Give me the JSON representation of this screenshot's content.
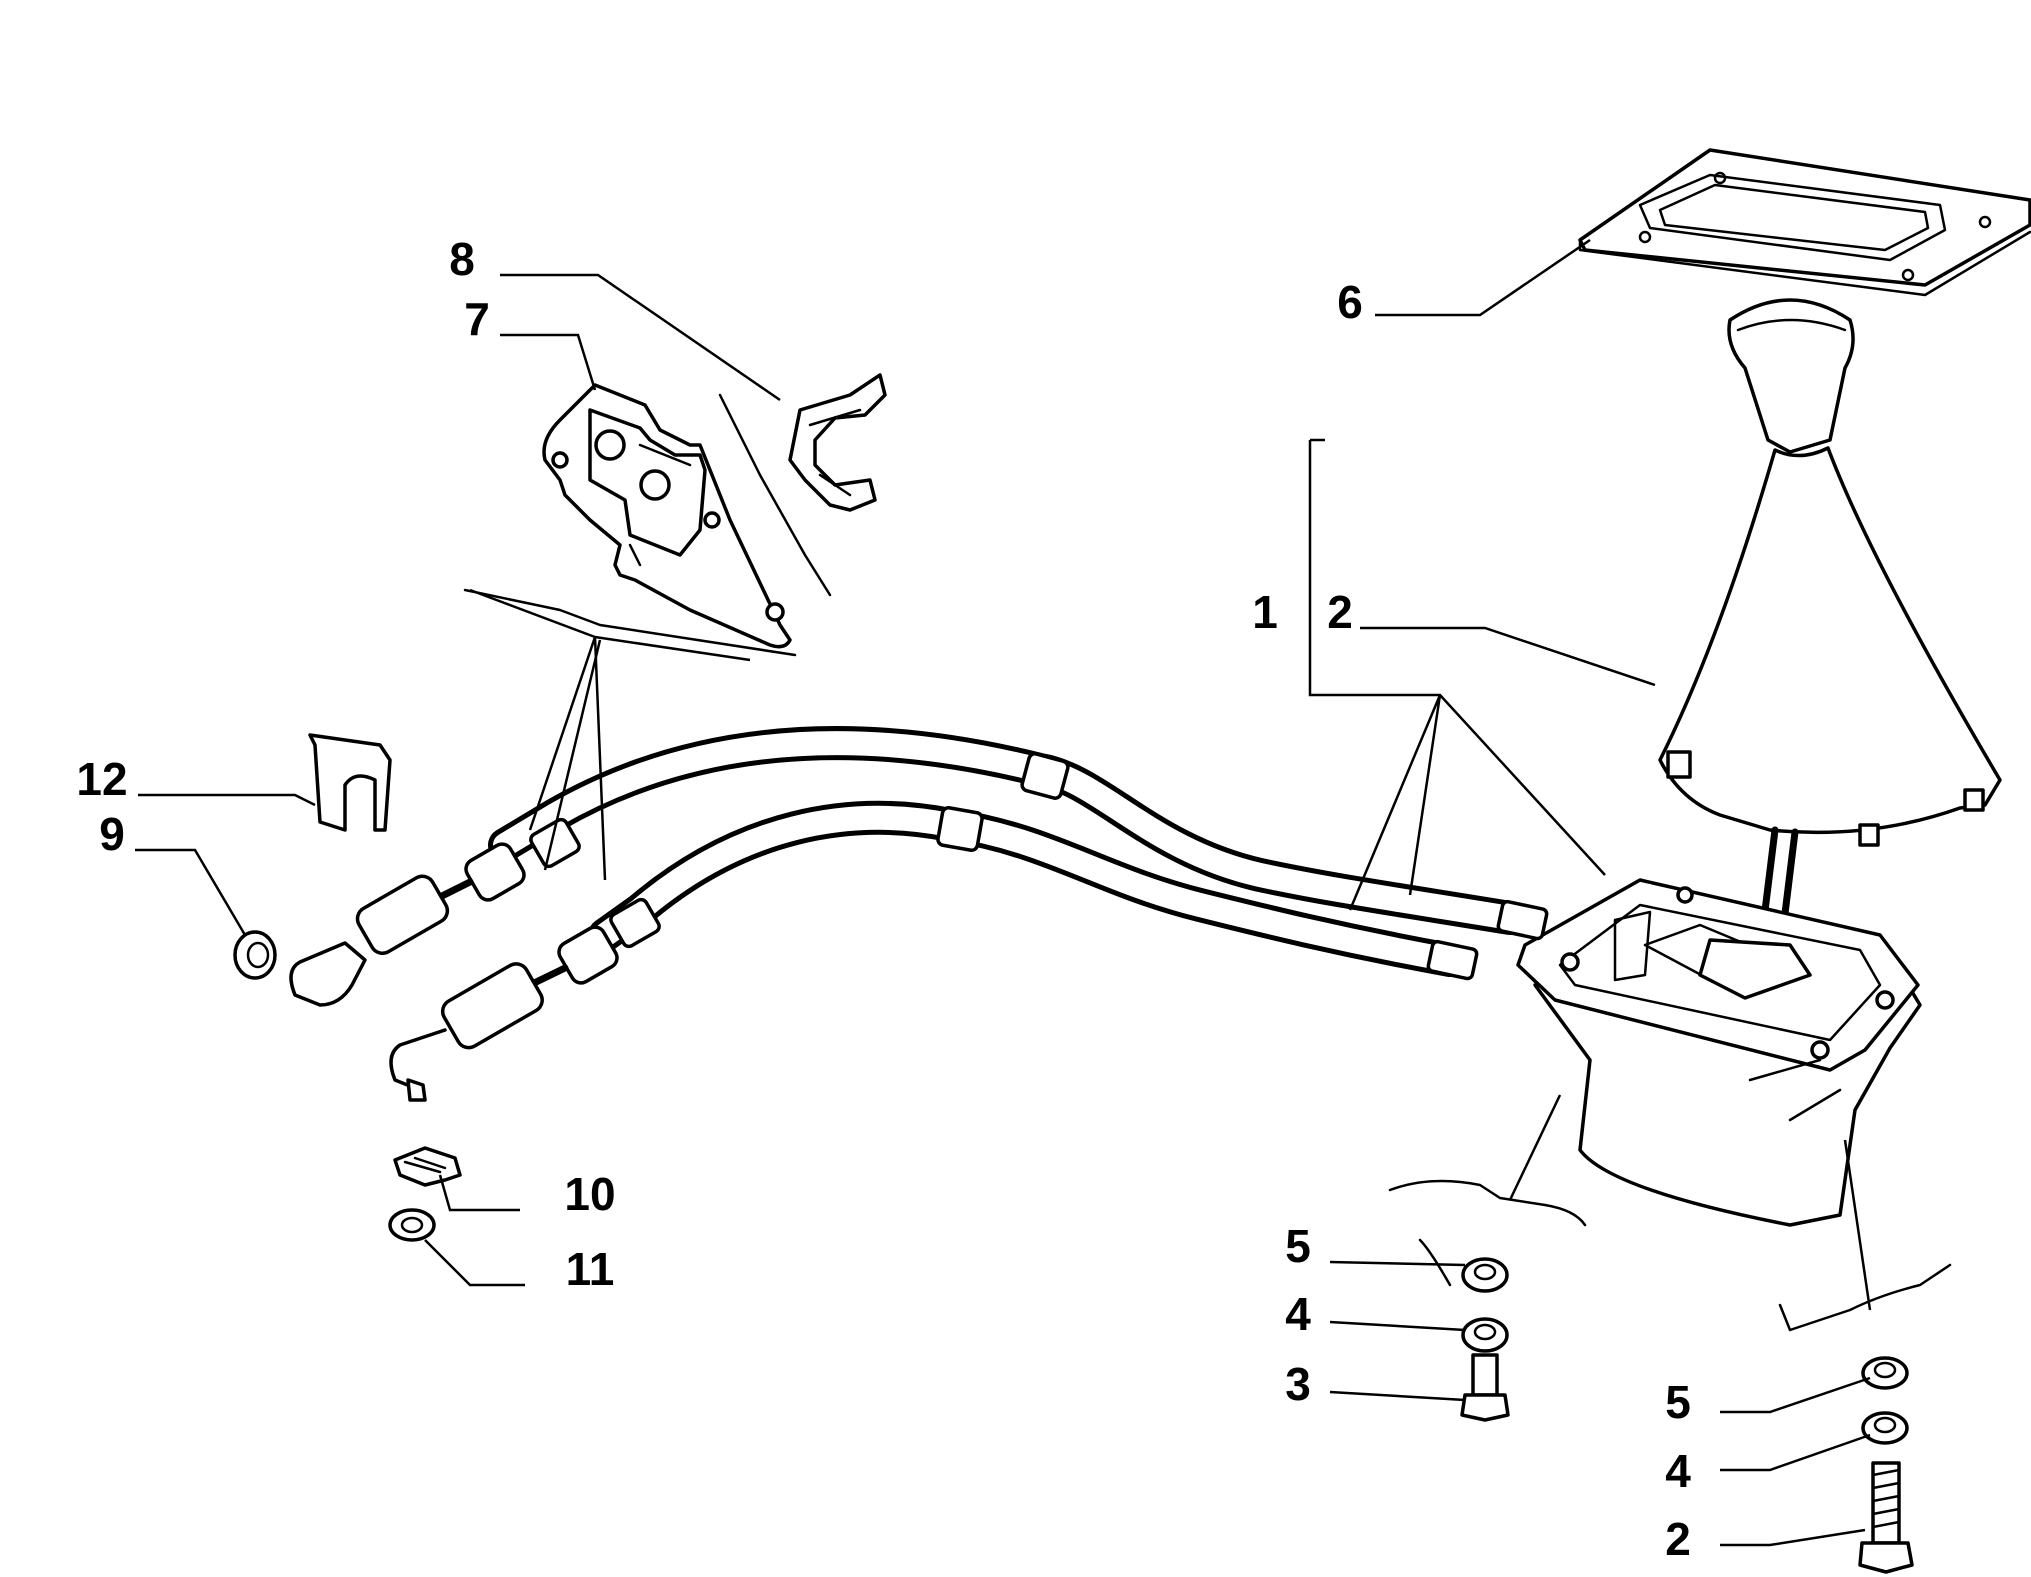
{
  "labels": {
    "l1": "1",
    "l2_boot": "2",
    "l2_bolt": "2",
    "l3": "3",
    "l4_left": "4",
    "l4_right": "4",
    "l5_left": "5",
    "l5_right": "5",
    "l6": "6",
    "l7": "7",
    "l8": "8",
    "l9": "9",
    "l10": "10",
    "l11": "11",
    "l12": "12"
  }
}
